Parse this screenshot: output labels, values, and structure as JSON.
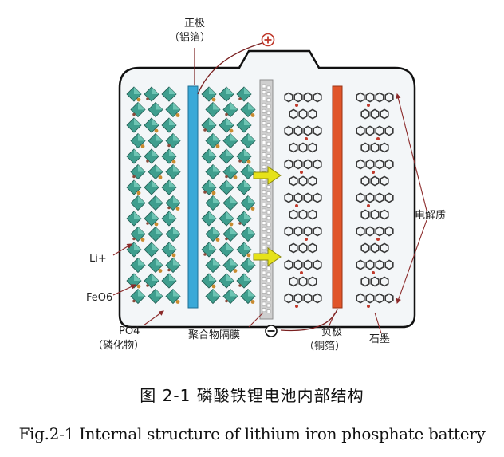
{
  "labels": {
    "positive_electrode": "正极",
    "positive_foil": "（铝箔）",
    "positive_terminal": "⊕",
    "electrolyte": "电解质",
    "li_ion": "Li+",
    "feo6": "FeO6",
    "po4": "PO4",
    "phosphide": "（磷化物）",
    "separator": "聚合物隔膜",
    "negative_terminal": "⊖",
    "negative_electrode": "负极",
    "negative_foil": "（铜箔）",
    "graphite": "石墨"
  },
  "caption": {
    "chinese": "图 2-1  磷酸铁锂电池内部结构",
    "english": "Fig.2-1 Internal structure of lithium iron phosphate battery"
  },
  "colors": {
    "cathode_crystal": "#3f9e8e",
    "cathode_highlight": "#7fd2c0",
    "feo6_accent": "#c98a2e",
    "po4_accent": "#8a4a3a",
    "aluminum_foil": "#3aa9d8",
    "copper_foil": "#e0552a",
    "separator": "#b9b9b9",
    "graphite_ring": "#3a3a3a",
    "li_dot": "#c0392b",
    "arrow": "#e6e21a",
    "leader_line": "#8b2a2a",
    "casing": "#111111"
  }
}
